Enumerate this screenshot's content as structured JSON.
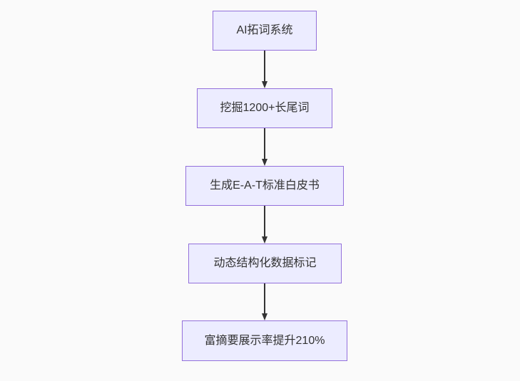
{
  "diagram": {
    "type": "flowchart",
    "direction": "top-down",
    "background_color": "#fafafa",
    "node_fill_color": "#ECECFF",
    "node_border_color": "#9370DB",
    "arrow_color": "#333333",
    "text_color": "#333333",
    "nodes": [
      {
        "id": "n1",
        "label": "AI拓词系统"
      },
      {
        "id": "n2",
        "label": "挖掘1200+长尾词"
      },
      {
        "id": "n3",
        "label": "生成E-A-T标准白皮书"
      },
      {
        "id": "n4",
        "label": "动态结构化数据标记"
      },
      {
        "id": "n5",
        "label": "富摘要展示率提升210%"
      }
    ],
    "edges": [
      {
        "from": "n1",
        "to": "n2",
        "arrowhead": "triangle-down"
      },
      {
        "from": "n2",
        "to": "n3",
        "arrowhead": "triangle-down"
      },
      {
        "from": "n3",
        "to": "n4",
        "arrowhead": "triangle-down"
      },
      {
        "from": "n4",
        "to": "n5",
        "arrowhead": "triangle-down"
      }
    ]
  }
}
